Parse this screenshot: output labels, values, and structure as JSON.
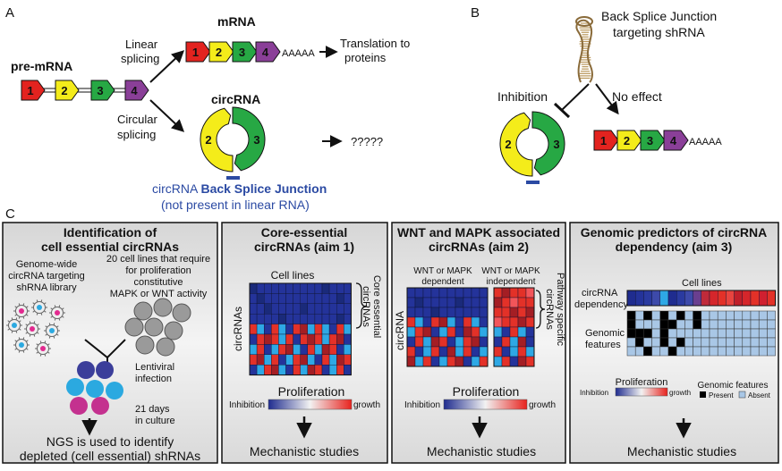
{
  "panelA": {
    "letter": "A",
    "premrna_label": "pre-mRNA",
    "mrna_label": "mRNA",
    "circrna_label": "circRNA",
    "linear_splicing": [
      "Linear",
      "splicing"
    ],
    "circular_splicing": [
      "Circular",
      "splicing"
    ],
    "polyA": "AAAAA",
    "translation": [
      "Translation to",
      "proteins"
    ],
    "unknown": "?????",
    "bsj_prefix": "circRNA ",
    "bsj_bold": "Back Splice Junction",
    "bsj_note": "(not present in linear RNA)"
  },
  "panelB": {
    "letter": "B",
    "shrna_label": [
      "Back Splice Junction",
      "targeting shRNA"
    ],
    "inhibition": "Inhibition",
    "no_effect": "No effect",
    "polyA": "AAAAA"
  },
  "panelC": {
    "letter": "C",
    "box1": {
      "title": [
        "Identification of",
        "cell essential circRNAs"
      ],
      "library": [
        "Genome-wide",
        "circRNA targeting",
        "shRNA library"
      ],
      "cells": [
        "20 cell lines that require",
        "for proliferation",
        "constitutive",
        "MAPK or WNT activity"
      ],
      "infection": [
        "Lentiviral",
        "infection"
      ],
      "culture": [
        "21 days",
        "in culture"
      ],
      "ngs": [
        "NGS is used to identify",
        "depleted (cell essential) shRNAs"
      ]
    },
    "box2": {
      "title": [
        "Core-essential",
        "circRNAs (aim 1)"
      ],
      "cell_lines": "Cell lines",
      "circrnas": "circRNAs",
      "brace_label": [
        "Core essential",
        "circRNAs"
      ],
      "proliferation": "Proliferation",
      "inhibition": "Inhibition",
      "growth": "growth",
      "mechanistic": "Mechanistic studies"
    },
    "box3": {
      "title": [
        "WNT and MAPK associated",
        "circRNAs (aim 2)"
      ],
      "dependent": [
        "WNT or MAPK",
        "dependent"
      ],
      "independent": [
        "WNT or MAPK",
        "independent"
      ],
      "circrna": "circRNA",
      "brace_label": [
        "Pathway specific",
        "circRNAs"
      ],
      "proliferation": "Proliferation",
      "inhibition": "Inhibition",
      "growth": "growth",
      "mechanistic": "Mechanistic studies"
    },
    "box4": {
      "title": [
        "Genomic predictors of circRNA",
        "dependency (aim 3)"
      ],
      "cell_lines": "Cell lines",
      "dependency": [
        "circRNA",
        "dependency"
      ],
      "features": [
        "Genomic",
        "features"
      ],
      "proliferation": "Proliferation",
      "inhibition": "Inhibition",
      "growth": "growth",
      "legend_title": "Genomic features",
      "present": "Present",
      "absent": "Absent",
      "mechanistic": "Mechanistic studies"
    }
  },
  "exons": [
    {
      "num": "1",
      "color": "#e3231f"
    },
    {
      "num": "2",
      "color": "#f4ec1a"
    },
    {
      "num": "3",
      "color": "#27a844"
    },
    {
      "num": "4",
      "color": "#8a3f98"
    }
  ],
  "colors": {
    "bsj_blue": "#2b4aa3",
    "panel_bg": "#e4e4e4",
    "present": "#000000",
    "absent": "#a9c7e6"
  }
}
